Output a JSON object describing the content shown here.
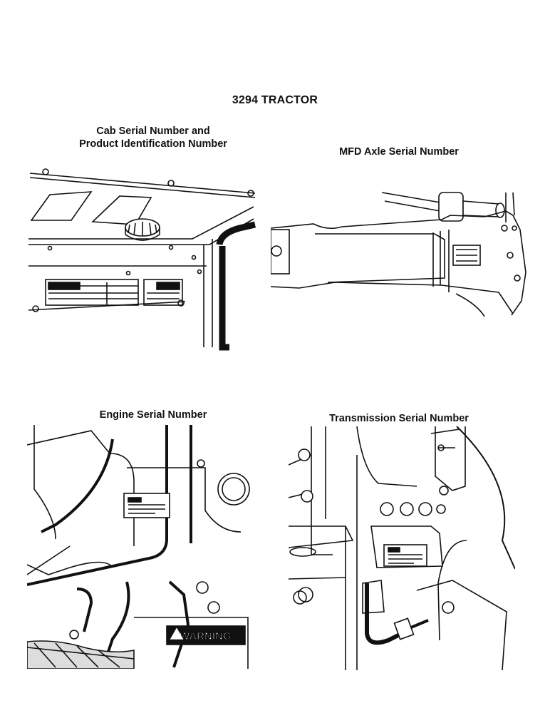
{
  "page": {
    "title": "3294 TRACTOR"
  },
  "sections": {
    "cab": {
      "caption_line1": "Cab Serial Number and",
      "caption_line2": "Product Identification Number"
    },
    "mfd": {
      "caption": "MFD Axle Serial Number"
    },
    "engine": {
      "caption": "Engine Serial Number",
      "warning_label": "WARNING"
    },
    "transmission": {
      "caption": "Transmission Serial Number"
    }
  }
}
